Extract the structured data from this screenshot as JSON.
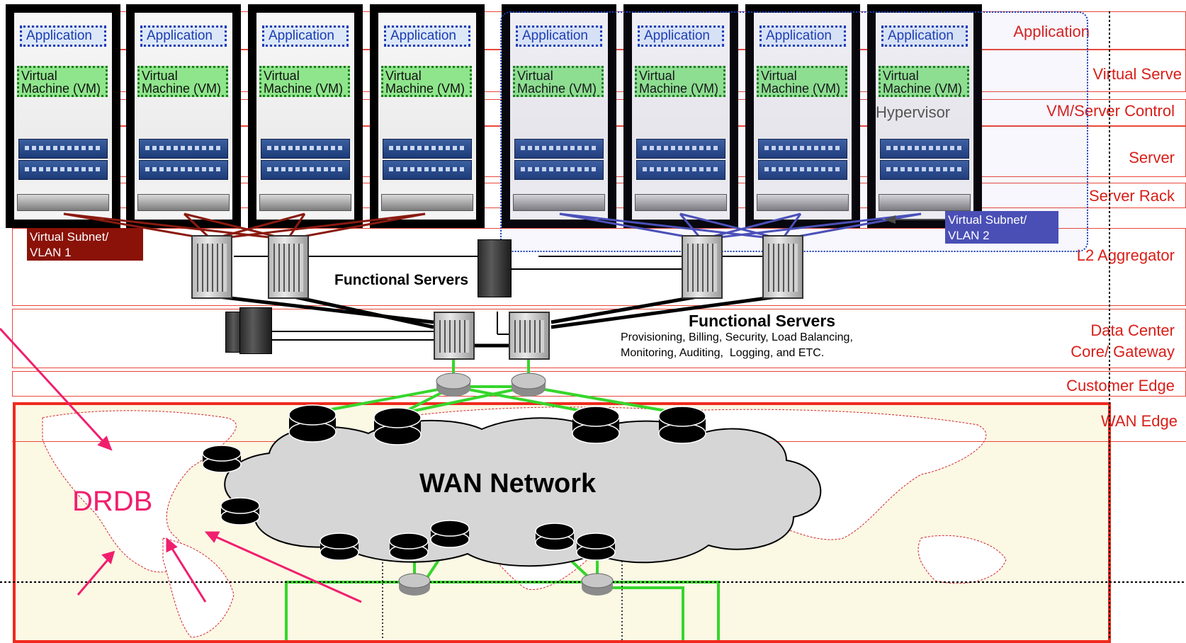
{
  "layers": [
    {
      "label": "Application"
    },
    {
      "label": "Virtual Serve"
    },
    {
      "label": "VM/Server Control"
    },
    {
      "label": "Server"
    },
    {
      "label": "Server Rack"
    },
    {
      "label": "L2 Aggregator"
    },
    {
      "label": "Data Center\nCore/ Gateway"
    },
    {
      "label": "Customer Edge"
    },
    {
      "label": "WAN Edge"
    }
  ],
  "rack": {
    "app_label": "Application",
    "vm_label": "Virtual\nMachine (VM)"
  },
  "hypervisor_label": "Hypervisor",
  "vlan1": "Virtual Subnet/\nVLAN 1",
  "vlan2": "Virtual Subnet/\nVLAN 2",
  "functional_servers_top": "Functional Servers",
  "functional_servers_main": "Functional Servers",
  "functional_servers_desc": "Provisioning, Billing, Security, Load Balancing,\nMonitoring, Auditing,  Logging, and ETC.",
  "wan_network": "WAN Network",
  "drdb": "DRDB",
  "colors": {
    "layer_red": "#d91e18",
    "vlan1_bg": "#8a1208",
    "vlan2_bg": "#4a4fb6",
    "link_red": "#8a1a10",
    "link_blue": "#4b50b8",
    "link_green": "#36d62c",
    "drdb_pink": "#f01f6e"
  }
}
